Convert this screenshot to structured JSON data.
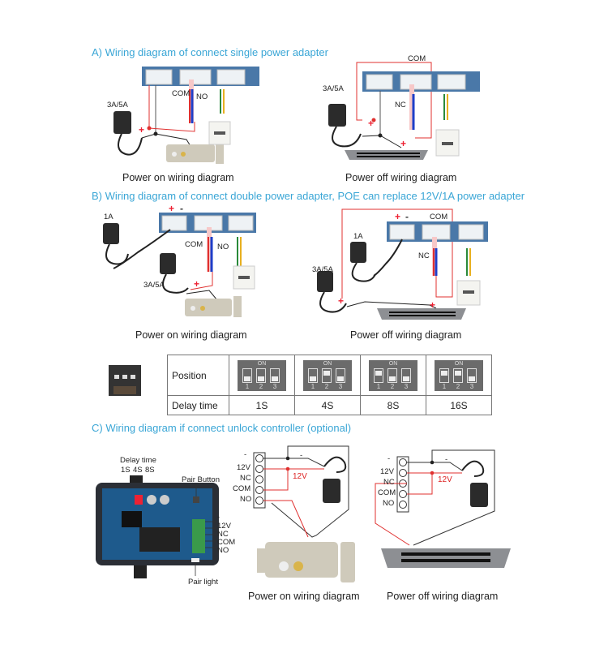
{
  "sections": {
    "a": {
      "title": "A) Wiring diagram of connect single power adapter",
      "left": {
        "adapter": "3A/5A",
        "com": "COM",
        "no": "NO",
        "caption": "Power on wiring diagram"
      },
      "right": {
        "adapter": "3A/5A",
        "com": "COM",
        "nc": "NC",
        "caption": "Power off wiring diagram"
      }
    },
    "b": {
      "title": "B) Wiring diagram of connect double power adapter, POE can replace 12V/1A power adapter",
      "left": {
        "adapter_small": "1A",
        "adapter_large": "3A/5A",
        "com": "COM",
        "no": "NO",
        "caption": "Power on wiring diagram"
      },
      "right": {
        "adapter_small": "1A",
        "adapter_large": "3A/5A",
        "com": "COM",
        "nc": "NC",
        "caption": "Power off wiring diagram"
      }
    },
    "c": {
      "title": "C) Wiring diagram if connect unlock controller (optional)",
      "controller": {
        "delay_label": "Delay time",
        "delay_options": [
          "1S",
          "4S",
          "8S"
        ],
        "pair_button": "Pair Button",
        "pair_light": "Pair light",
        "terminals": [
          "-",
          "12V",
          "NC",
          "COM",
          "NO"
        ]
      },
      "left": {
        "terminals": [
          "-",
          "12V",
          "NC",
          "COM",
          "NO"
        ],
        "wire_minus": "-",
        "wire_12v": "12V",
        "caption": "Power on wiring diagram"
      },
      "right": {
        "terminals": [
          "-",
          "12V",
          "NC",
          "COM",
          "NO"
        ],
        "wire_minus": "-",
        "wire_12v": "12V",
        "caption": "Power off wiring diagram"
      }
    }
  },
  "symbols": {
    "plus": "+",
    "minus": "-"
  },
  "dip_table": {
    "switch_on_label": "ON",
    "row_position": "Position",
    "row_delay": "Delay time",
    "switch_numbers": [
      "1",
      "2",
      "3"
    ],
    "columns": [
      {
        "delay": "1S",
        "switches_up": [
          false,
          false,
          false
        ]
      },
      {
        "delay": "4S",
        "switches_up": [
          false,
          true,
          false
        ]
      },
      {
        "delay": "8S",
        "switches_up": [
          true,
          false,
          false
        ]
      },
      {
        "delay": "16S",
        "switches_up": [
          true,
          true,
          false
        ]
      }
    ]
  },
  "colors": {
    "title": "#3aa6d6",
    "red_wire": "#e0302f",
    "pcb": "#4a78a8",
    "lock": "#cfcabb",
    "maglock": "#8d8f93"
  }
}
